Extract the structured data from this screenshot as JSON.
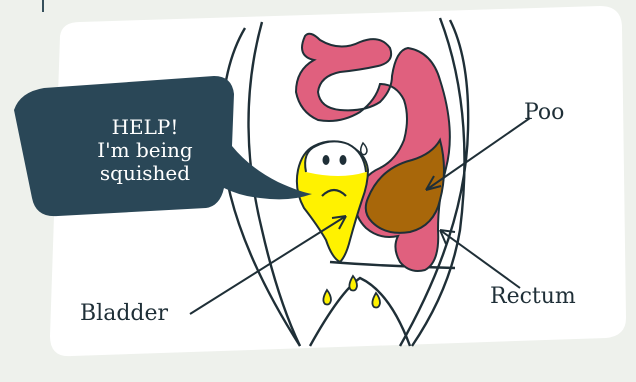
{
  "bubble": {
    "lines": [
      "HELP!",
      "I'm being",
      "squished"
    ]
  },
  "labels": {
    "poo": "Poo",
    "bladder": "Bladder",
    "rectum": "Rectum"
  },
  "colors": {
    "background": "#eef1ec",
    "card": "#ffffff",
    "bubble": "#2a4757",
    "rectum": "#e0607e",
    "poo": "#a8670a",
    "bladder": "#fff200",
    "outline": "#1f2f37"
  }
}
